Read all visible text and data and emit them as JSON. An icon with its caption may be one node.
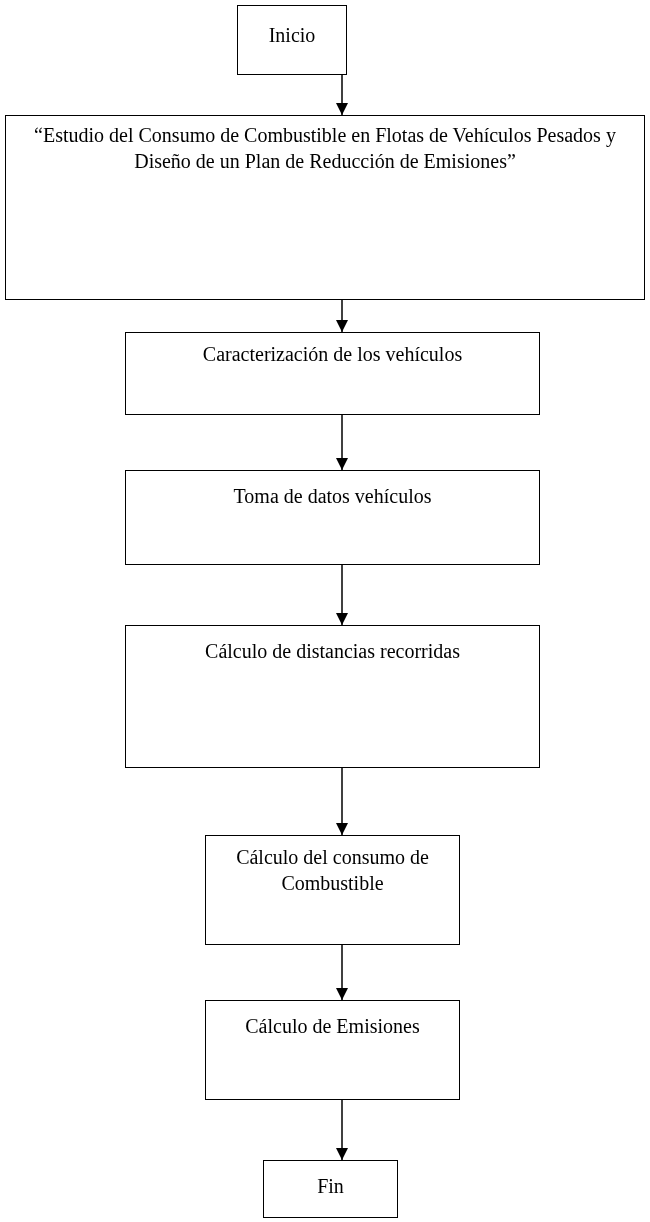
{
  "diagram": {
    "nodes": [
      {
        "text": [
          "Inicio"
        ]
      },
      {
        "text": [
          "“Estudio del Consumo de Combustible en Flotas de Vehículos Pesados y Diseño de un Plan de Reducción de Emisiones”"
        ]
      },
      {
        "text": [
          "Caracterización de los vehículos"
        ]
      },
      {
        "text": [
          "Toma de datos vehículos"
        ]
      },
      {
        "text": [
          "Cálculo de distancias recorridas"
        ]
      },
      {
        "text": [
          "Cálculo del consumo de Combustible"
        ]
      },
      {
        "text": [
          "Cálculo de Emisiones"
        ]
      },
      {
        "text": [
          "Fin"
        ]
      }
    ],
    "edges": [
      {
        "from": 0,
        "to": 1,
        "arrow": "to"
      },
      {
        "from": 1,
        "to": 2,
        "arrow": "to"
      },
      {
        "from": 2,
        "to": 3,
        "arrow": "to"
      },
      {
        "from": 3,
        "to": 4,
        "arrow": "to"
      },
      {
        "from": 4,
        "to": 5,
        "arrow": "to"
      },
      {
        "from": 5,
        "to": 6,
        "arrow": "to"
      },
      {
        "from": 6,
        "to": 7,
        "arrow": "to"
      }
    ]
  }
}
